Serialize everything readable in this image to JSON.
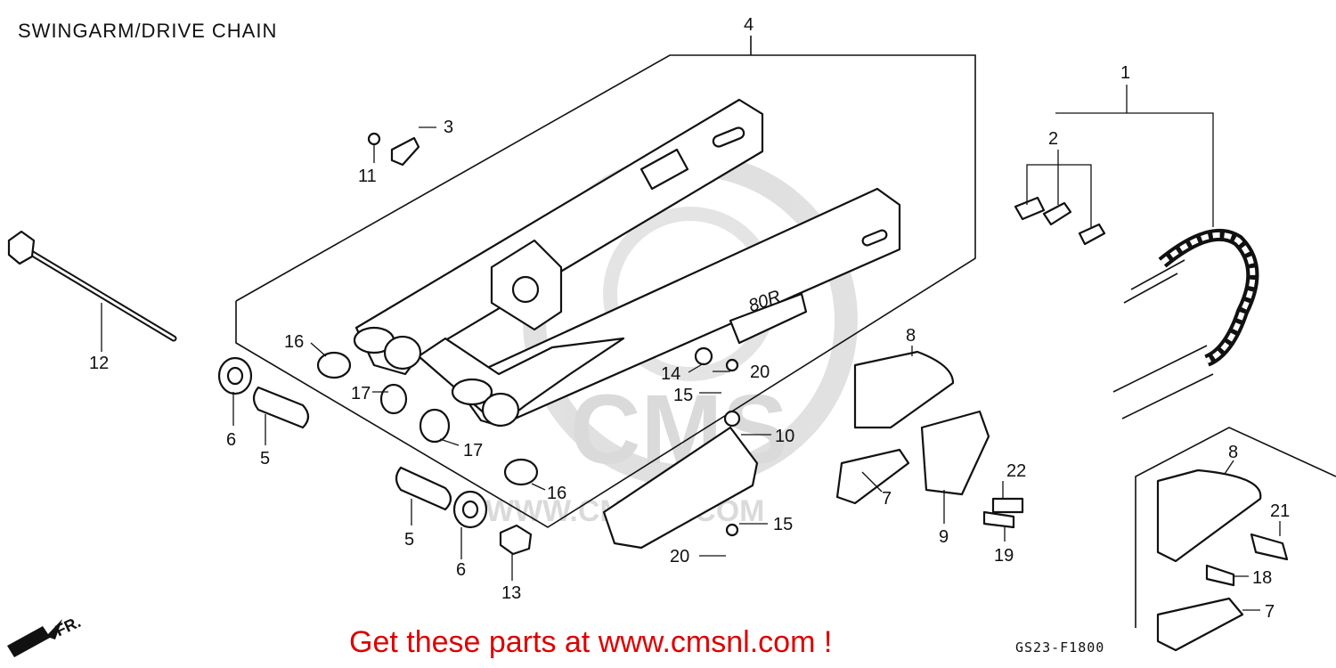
{
  "title": "SWINGARM/DRIVE CHAIN",
  "watermark": {
    "text": "CMS",
    "url": "WWW.CMSNL.COM",
    "color": "#bdbdbd"
  },
  "footer": {
    "link_text": "Get these parts at www.cmsnl.com !",
    "link_color": "#dd0000"
  },
  "diagram_code": "GS23-F1800",
  "front_indicator": "FR.",
  "swingarm_marking": "80R",
  "callouts": {
    "c1": "1",
    "c2": "2",
    "c3": "3",
    "c4": "4",
    "c5a": "5",
    "c5b": "5",
    "c6a": "6",
    "c6b": "6",
    "c7a": "7",
    "c7b": "7",
    "c8a": "8",
    "c8b": "8",
    "c9": "9",
    "c10": "10",
    "c11": "11",
    "c12": "12",
    "c13": "13",
    "c14": "14",
    "c15a": "15",
    "c15b": "15",
    "c16a": "16",
    "c16b": "16",
    "c17a": "17",
    "c17b": "17",
    "c18": "18",
    "c19": "19",
    "c20a": "20",
    "c20b": "20",
    "c21": "21",
    "c22": "22"
  }
}
